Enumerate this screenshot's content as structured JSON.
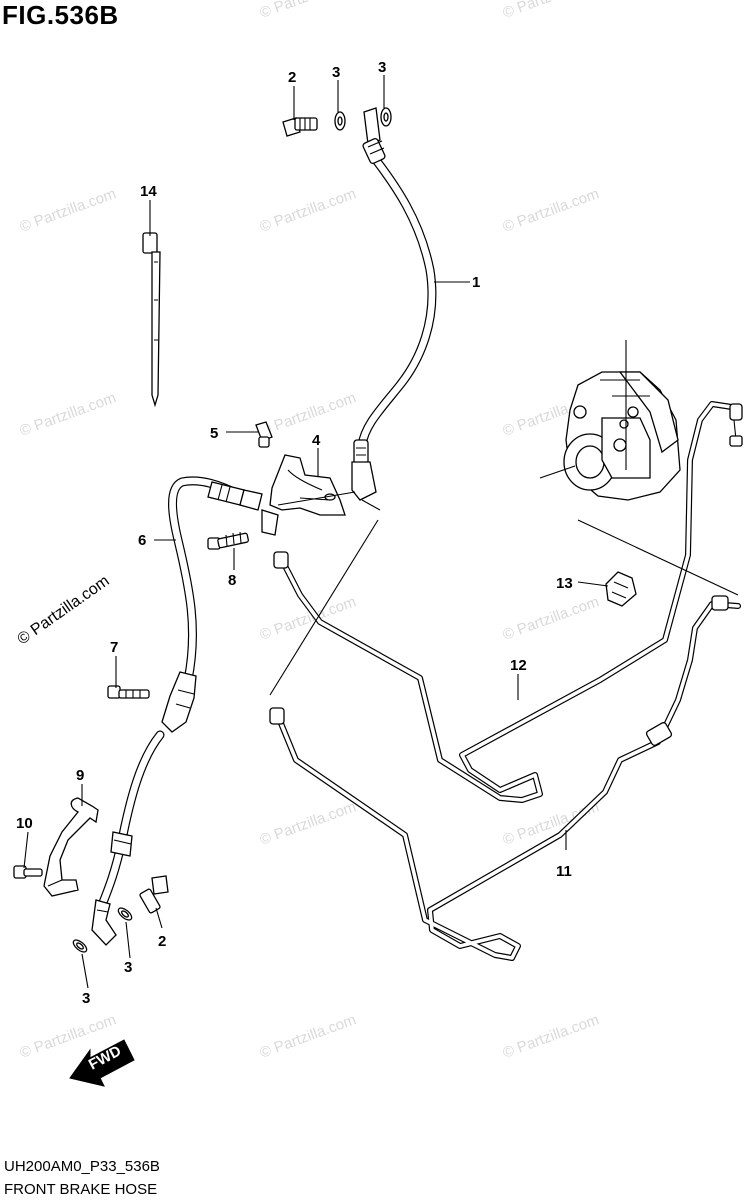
{
  "figure": {
    "title": "FIG.536B",
    "code": "UH200AM0_P33_536B",
    "caption": "FRONT BRAKE HOSE"
  },
  "watermark": {
    "text": "© Partzilla.com",
    "short_text": "© Partz"
  },
  "direction_arrow": {
    "label": "FWD"
  },
  "callouts": {
    "c1": "1",
    "c2_top": "2",
    "c3_top_a": "3",
    "c3_top_b": "3",
    "c14": "14",
    "c5": "5",
    "c4": "4",
    "c6": "6",
    "c8": "8",
    "c7": "7",
    "c9": "9",
    "c10": "10",
    "c12": "12",
    "c13": "13",
    "c11": "11",
    "c2_bottom": "2",
    "c3_bottom_a": "3",
    "c3_bottom_b": "3"
  },
  "colors": {
    "line": "#000000",
    "background": "#ffffff",
    "watermark": "#d9d9d9"
  }
}
